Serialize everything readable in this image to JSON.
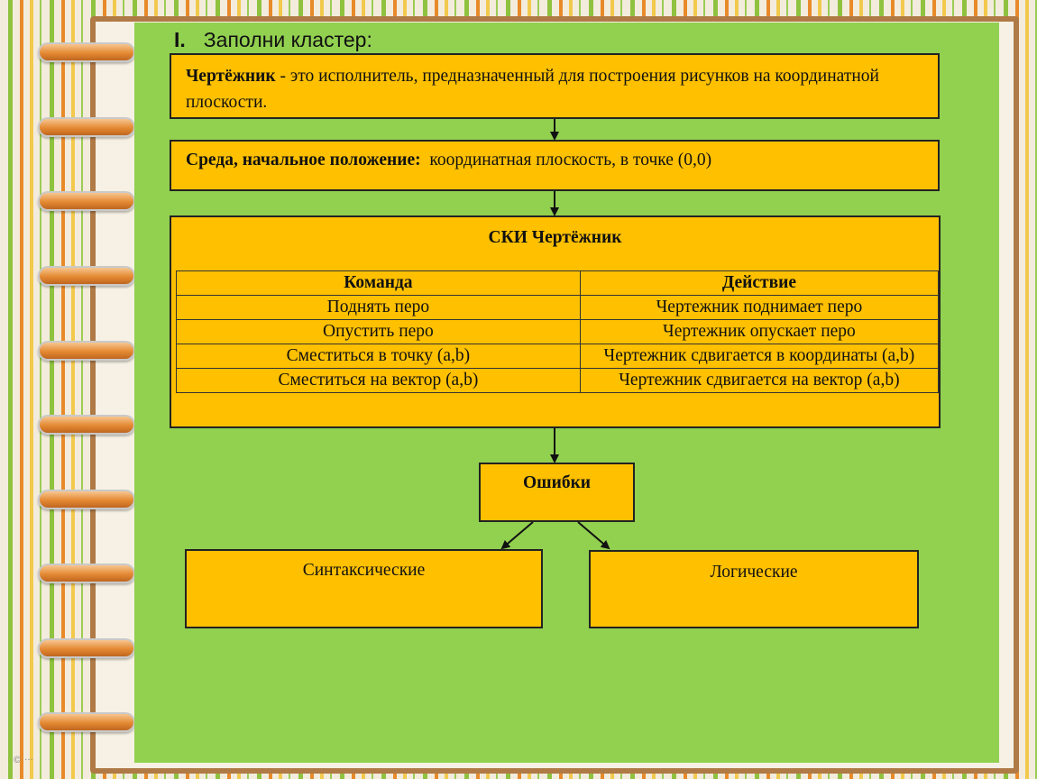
{
  "heading": {
    "number": "I.",
    "text": "Заполни кластер:"
  },
  "definition": {
    "term": "Чертёжник",
    "text": " - это исполнитель, предназначенный для построения рисунков на координатной плоскости."
  },
  "environment": {
    "label": "Среда, начальное положение:",
    "text": "  координатная плоскость, в точке (0,0)"
  },
  "ski": {
    "title": "СКИ Чертёжник",
    "columns": [
      "Команда",
      "Действие"
    ],
    "rows": [
      [
        "Поднять перо",
        "Чертежник поднимает перо"
      ],
      [
        "Опустить перо",
        "Чертежник опускает перо"
      ],
      [
        "Сместиться в точку (a,b)",
        "Чертежник сдвигается в координаты (a,b)"
      ],
      [
        "Сместиться на вектор (a,b)",
        "Чертежник сдвигается на вектор (a,b)"
      ]
    ]
  },
  "errors": {
    "title": "Ошибки",
    "syntax": "Синтаксические",
    "logic": "Логические"
  },
  "colors": {
    "panel": "#92d050",
    "box": "#ffc000"
  }
}
